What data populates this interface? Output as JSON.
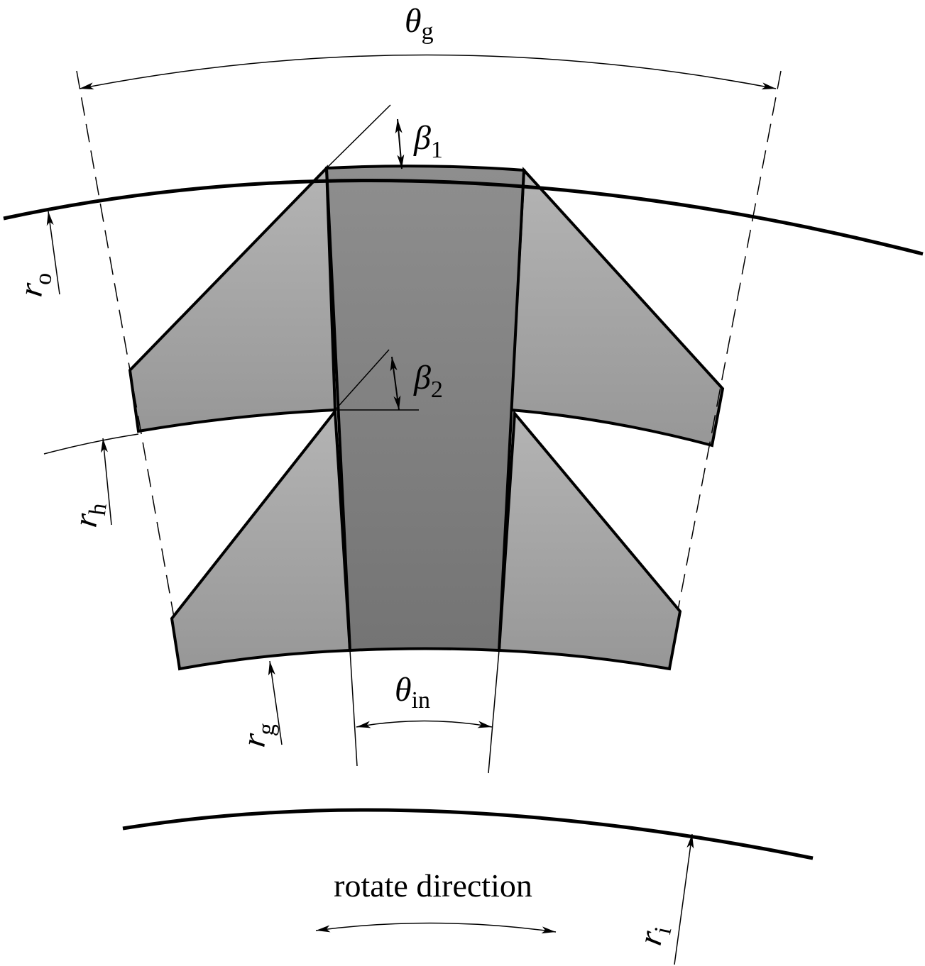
{
  "labels": {
    "theta_g": {
      "symbol": "θ",
      "sub": "g"
    },
    "beta_1": {
      "symbol": "β",
      "sub": "1"
    },
    "beta_2": {
      "symbol": "β",
      "sub": "2"
    },
    "r_o": {
      "symbol": "r",
      "sub": "o"
    },
    "r_h": {
      "symbol": "r",
      "sub": "h"
    },
    "r_g": {
      "symbol": "r",
      "sub": "g"
    },
    "r_i": {
      "symbol": "r",
      "sub": "i"
    },
    "theta_in": {
      "symbol": "θ",
      "sub": "in"
    },
    "rotate_direction": "rotate direction"
  },
  "colors": {
    "wing_top": "#b4b4b4",
    "wing_bottom": "#979797",
    "core_top": "#8e8e8e",
    "core_bottom": "#747474",
    "line": "#000000"
  }
}
